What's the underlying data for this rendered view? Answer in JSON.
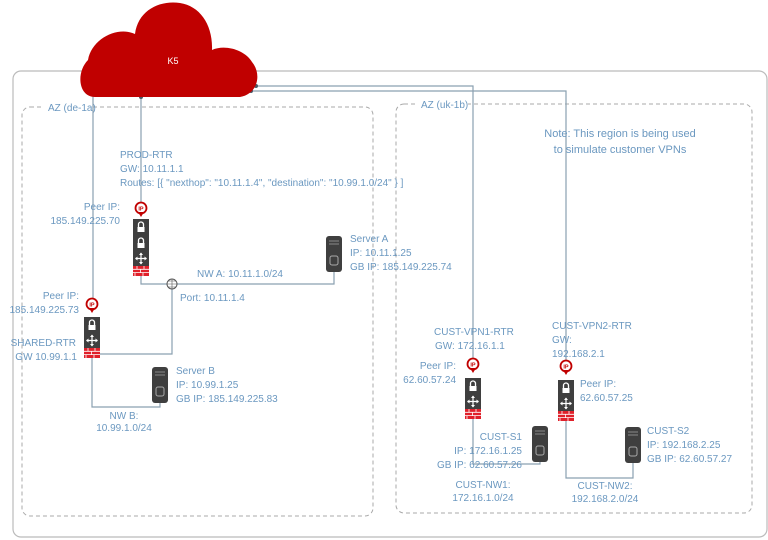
{
  "cloud": {
    "label": "K5",
    "color": "#c00000"
  },
  "colors": {
    "text": "#6b98c0",
    "device": "#3f3f3f",
    "firewall": "#e0202a",
    "ip_pin": "#c00000"
  },
  "zones": [
    {
      "label": "AZ (de-1a)"
    },
    {
      "label": "AZ (uk-1b)"
    }
  ],
  "note": {
    "line1": "Note: This region is being used",
    "line2": "to simulate customer VPNs"
  },
  "prod_rtr": {
    "name": "PROD-RTR",
    "gw": "GW: 10.11.1.1",
    "routes": "Routes: [{ \"nexthop\": \"10.11.1.4\", \"destination\": \"10.99.1.0/24\" } ]",
    "peer_label": "Peer IP:",
    "peer_ip": "185.149.225.70"
  },
  "shared_rtr": {
    "name": "SHARED-RTR",
    "gw": "GW 10.99.1.1",
    "peer_label": "Peer IP:",
    "peer_ip": "185.149.225.73"
  },
  "server_a": {
    "name": "Server A",
    "ip": "IP: 10.11.1.25",
    "gb_ip": "GB IP: 185.149.225.74"
  },
  "server_b": {
    "name": "Server B",
    "ip": "IP: 10.99.1.25",
    "gb_ip": "GB IP: 185.149.225.83"
  },
  "nw_a": {
    "label": "NW A: 10.11.1.0/24"
  },
  "port": {
    "label": "Port: 10.11.1.4"
  },
  "nw_b": {
    "line1": "NW B:",
    "line2": "10.99.1.0/24"
  },
  "cust_vpn1": {
    "name": "CUST-VPN1-RTR",
    "gw": "GW: 172.16.1.1",
    "peer_label": "Peer IP:",
    "peer_ip": "62.60.57.24"
  },
  "cust_vpn2": {
    "name": "CUST-VPN2-RTR",
    "gw1": "GW:",
    "gw2": "192.168.2.1",
    "peer_label": "Peer IP:",
    "peer_ip": "62.60.57.25"
  },
  "cust_s1": {
    "name": "CUST-S1",
    "ip": "IP: 172.16.1.25",
    "gb_ip": "GB IP: 62.60.57.26"
  },
  "cust_s2": {
    "name": "CUST-S2",
    "ip": "IP: 192.168.2.25",
    "gb_ip": "GB IP: 62.60.57.27"
  },
  "cust_nw1": {
    "line1": "CUST-NW1:",
    "line2": "172.16.1.0/24"
  },
  "cust_nw2": {
    "line1": "CUST-NW2:",
    "line2": "192.168.2.0/24"
  },
  "icons": {
    "ip_pin": "ip-pin-icon",
    "vpn": "lock-icon",
    "router": "router-arrows-icon",
    "firewall": "firewall-icon",
    "server": "server-icon",
    "port": "globe-icon"
  }
}
